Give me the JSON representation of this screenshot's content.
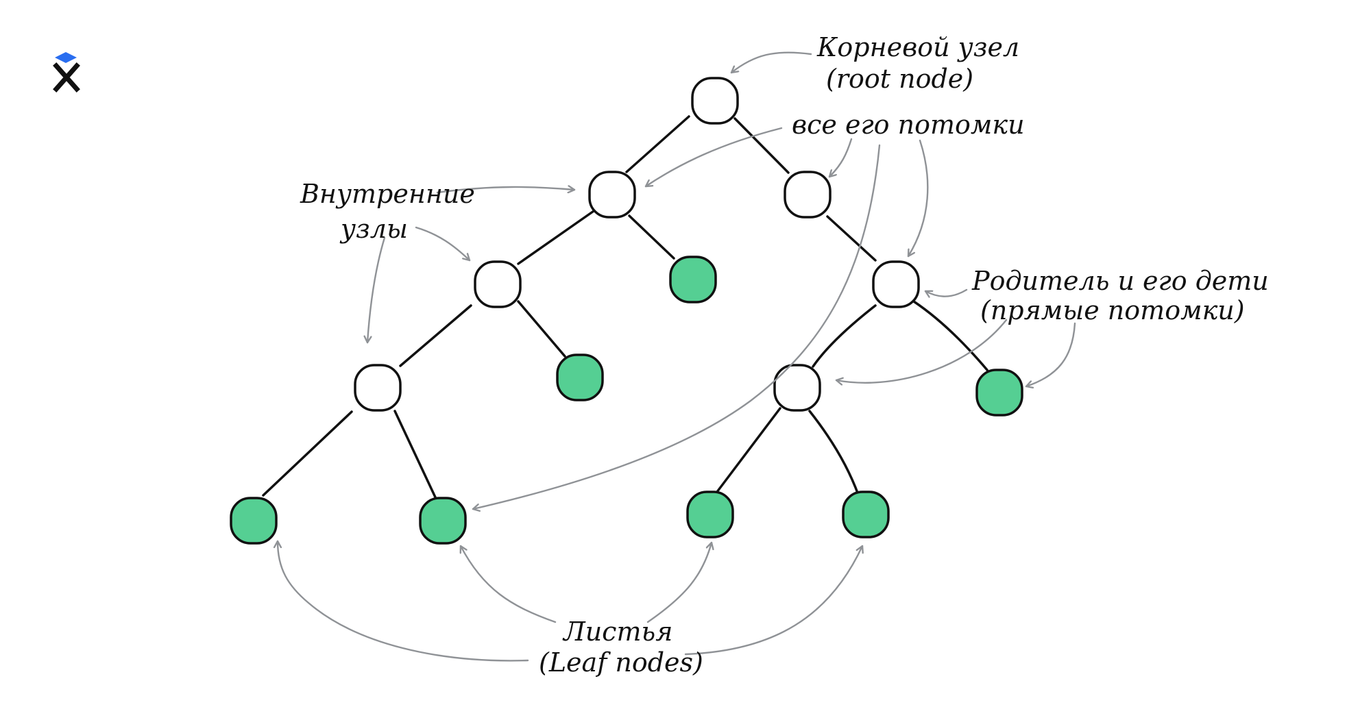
{
  "colors": {
    "leaf_fill": "#55cf93",
    "internal_fill": "#ffffff",
    "stroke": "#111111",
    "arrow": "#8f9296",
    "logo_blue": "#2a6ef0",
    "logo_black": "#111111"
  },
  "logo": {
    "icon": "x-logo-icon"
  },
  "labels": {
    "root_line1": "Корневой узел",
    "root_line2": "(root node)",
    "descendants": "все его потомки",
    "internal_line1": "Внутренние",
    "internal_line2": "узлы",
    "parent_line1": "Родитель и его дети",
    "parent_line2": "(прямые потомки)",
    "leaves_line1": "Листья",
    "leaves_line2": "(Leaf nodes)"
  }
}
